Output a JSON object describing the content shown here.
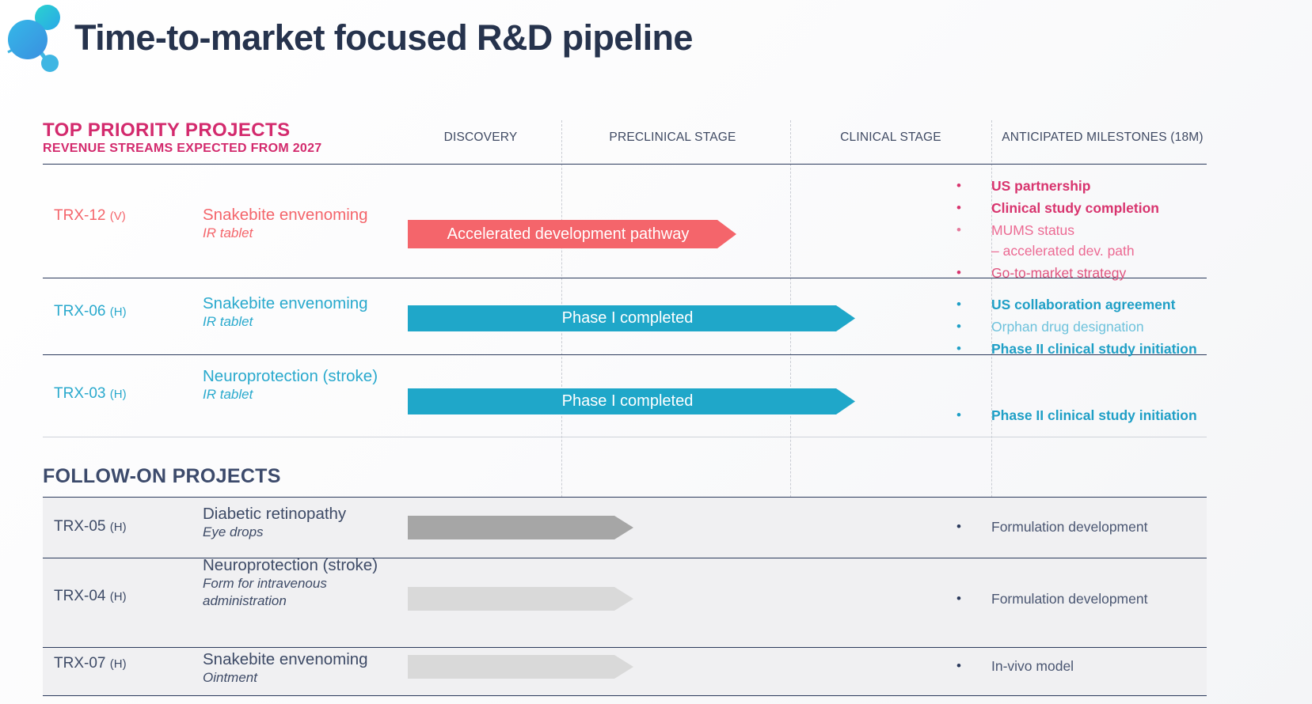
{
  "header": {
    "title": "Time-to-market focused R&D pipeline",
    "logo_name": "molecule-logo"
  },
  "sections": {
    "top_priority": {
      "line1": "TOP PRIORITY PROJECTS",
      "line2": "REVENUE STREAMS EXPECTED FROM 2027"
    },
    "follow_on": {
      "title": "FOLLOW-ON PROJECTS"
    }
  },
  "columns": [
    {
      "label": "DISCOVERY"
    },
    {
      "label": "PRECLINICAL STAGE"
    },
    {
      "label": "CLINICAL STAGE"
    },
    {
      "label": "ANTICIPATED MILESTONES (18M)"
    }
  ],
  "colors": {
    "coral": "#f4656b",
    "coral_text": "#d8346e",
    "teal": "#1fa7c9",
    "navy": "#26334d",
    "magenta": "#d32a6d",
    "gray_dark": "#a6a6a6",
    "gray_light": "#d9d9d9"
  },
  "rows": [
    {
      "code": "TRX-12",
      "code_suffix": "(V)",
      "indication": "Snakebite envenoming",
      "form": "IR tablet",
      "bar_label": "Accelerated development pathway",
      "milestones": [
        {
          "text": "US partnership"
        },
        {
          "text": "Clinical study completion"
        },
        {
          "text": "MUMS status",
          "sub": "– accelerated dev. path"
        },
        {
          "text": "Go-to-market strategy"
        }
      ]
    },
    {
      "code": "TRX-06",
      "code_suffix": "(H)",
      "indication": "Snakebite envenoming",
      "form": "IR tablet",
      "bar_label": "Phase I completed",
      "milestones": [
        {
          "text": "US collaboration agreement"
        },
        {
          "text": "Orphan drug designation"
        },
        {
          "text": "Phase II clinical study initiation"
        }
      ]
    },
    {
      "code": "TRX-03",
      "code_suffix": "(H)",
      "indication": "Neuroprotection (stroke)",
      "form": "IR tablet",
      "bar_label": "Phase I completed",
      "milestones": [
        {
          "text": "Phase II clinical study initiation"
        }
      ]
    },
    {
      "code": "TRX-05",
      "code_suffix": "(H)",
      "indication": "Diabetic retinopathy",
      "form": "Eye drops",
      "bar_label": "",
      "milestones": [
        {
          "text": "Formulation development"
        }
      ]
    },
    {
      "code": "TRX-04",
      "code_suffix": "(H)",
      "indication": "Neuroprotection (stroke)",
      "form": "Form for intravenous administration",
      "bar_label": "",
      "milestones": [
        {
          "text": "Formulation development"
        }
      ]
    },
    {
      "code": "TRX-07",
      "code_suffix": "(H)",
      "indication": "Snakebite envenoming",
      "form": "Ointment",
      "bar_label": "",
      "milestones": [
        {
          "text": "In-vivo model"
        }
      ]
    }
  ],
  "chart_data": {
    "type": "bar",
    "title": "Time-to-market focused R&D pipeline",
    "xlabel": "",
    "ylabel": "",
    "stages": [
      "DISCOVERY",
      "PRECLINICAL STAGE",
      "CLINICAL STAGE"
    ],
    "categories": [
      "TRX-12",
      "TRX-06",
      "TRX-03",
      "TRX-05",
      "TRX-04",
      "TRX-07"
    ],
    "values": [
      1.85,
      2.55,
      2.55,
      1.3,
      1.3,
      1.3
    ],
    "bar_colors": [
      "#f4656b",
      "#1fa7c9",
      "#1fa7c9",
      "#a6a6a6",
      "#d9d9d9",
      "#d9d9d9"
    ],
    "bar_labels": [
      "Accelerated development pathway",
      "Phase I completed",
      "Phase I completed",
      "",
      "",
      ""
    ],
    "xlim": [
      0,
      3
    ],
    "grid": true,
    "legend": "none"
  }
}
